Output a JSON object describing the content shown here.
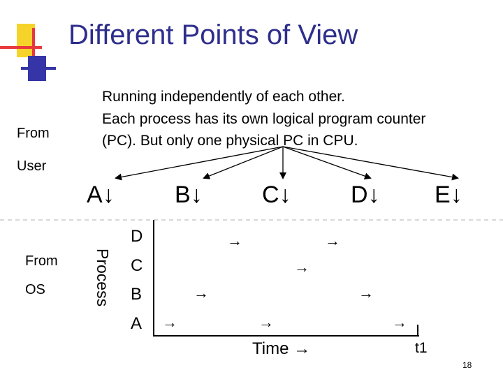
{
  "slide": {
    "title": "Different Points of View",
    "body_lines": [
      "Running independently of each other.",
      "Each process has its own logical program counter",
      "(PC). But only one physical PC in CPU."
    ],
    "user_label_line1": "From",
    "user_label_line2": "User",
    "os_label_line1": "From",
    "os_label_line2": "OS",
    "processes": [
      "A",
      "B",
      "C",
      "D",
      "E"
    ],
    "down_arrow": "↓",
    "process_axis_label": "Process",
    "row_labels": [
      "D",
      "C",
      "B",
      "A"
    ],
    "run_arrow": "→",
    "time_label": "Time",
    "time_label_arrow": "→",
    "t1_label": "t1",
    "page_number": "18"
  },
  "colors": {
    "title": "#2e2e8c",
    "deco_yellow": "#f5d32a",
    "deco_red": "#e8383b",
    "deco_blue": "#3535a8",
    "text": "#000000"
  }
}
